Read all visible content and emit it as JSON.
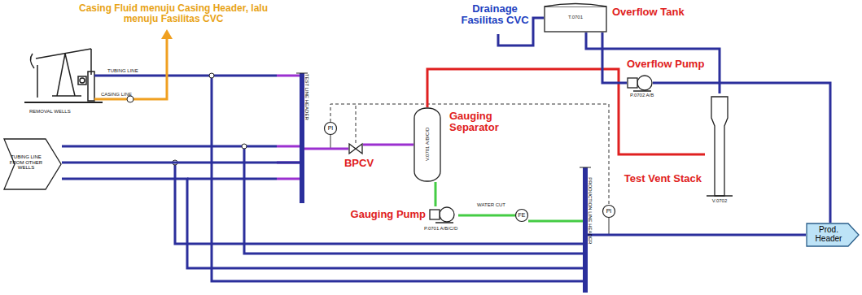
{
  "diagram": {
    "nodes": [
      {
        "text": [
          "T.0701",
          "Overflow Tank"
        ]
      },
      {
        "text": [
          "V.0701 A/B/C/D",
          "Gauging Separator"
        ]
      },
      {
        "text": [
          "V.0702",
          "Test Vent Stack"
        ]
      },
      {
        "text": [
          "P.0702 A/B",
          "Overflow Pump"
        ]
      },
      {
        "text": [
          "P.0701 A/B/C/D",
          "Gauging Pump"
        ]
      },
      {
        "text": [
          "Prod. Header"
        ]
      },
      {
        "text": [
          "BPCV"
        ]
      },
      {
        "text": [
          "PI"
        ]
      },
      {
        "text": [
          "FE"
        ]
      },
      {
        "text": [
          "PI"
        ]
      },
      {
        "text": [
          "TEST LINE HEADER"
        ]
      },
      {
        "text": [
          "PRODUCTION LINE HEADER"
        ]
      },
      {
        "text": [
          "TUBING LINE FROM OTHER WELLS"
        ]
      }
    ],
    "edges": [
      {
        "from": 10,
        "to": 6,
        "arrow": "none"
      },
      {
        "from": 6,
        "to": 1,
        "arrow": "none"
      },
      {
        "from": 1,
        "to": 2,
        "arrow": "none"
      },
      {
        "from": 1,
        "to": 4,
        "arrow": "none"
      },
      {
        "from": 4,
        "to": 8,
        "arrow": "none"
      },
      {
        "from": 8,
        "to": 11,
        "arrow": "none"
      },
      {
        "from": 11,
        "to": 5,
        "arrow": "none"
      },
      {
        "from": 2,
        "to": 0,
        "arrow": "none"
      },
      {
        "from": 0,
        "to": 3,
        "arrow": "none"
      },
      {
        "from": 3,
        "to": 5,
        "arrow": "none"
      },
      {
        "from": 12,
        "to": 10,
        "arrow": "none"
      },
      {
        "from": 12,
        "to": 11,
        "arrow": "none"
      }
    ],
    "labels": [
      "Casing Fluid menuju Casing Header, lalu menuju Fasilitas CVC",
      "Drainage Fasilitas CVC",
      "TUBING LINE",
      "CASING LINE",
      "REMOVAL WELLS",
      "WATER CUT"
    ]
  }
}
